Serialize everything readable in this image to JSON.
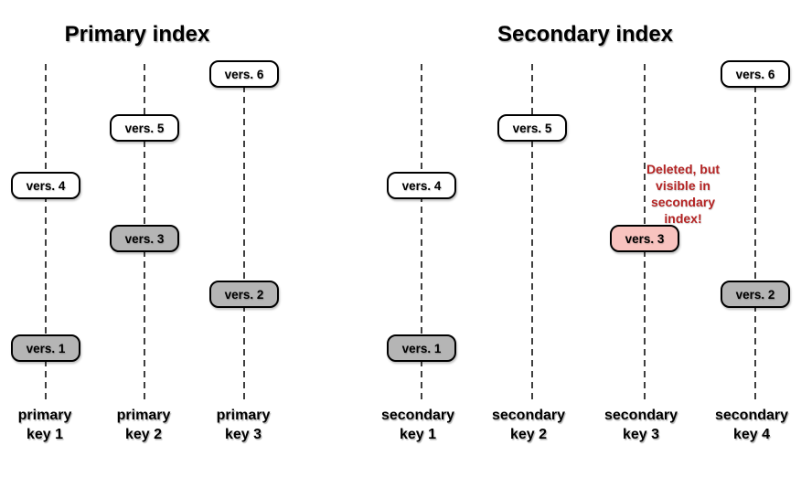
{
  "colors": {
    "background": "#ffffff",
    "box_border": "#000000",
    "box_plain_fill": "#ffffff",
    "box_shaded_fill": "#b5b5b5",
    "box_deleted_fill": "#f8c3bf",
    "annotation_red": "#b52424",
    "dashed_line": "#3f3f3f",
    "text": "#000000"
  },
  "panels": [
    {
      "title": "Primary index",
      "keys": [
        {
          "line1": "primary",
          "line2": "key 1"
        },
        {
          "line1": "primary",
          "line2": "key 2"
        },
        {
          "line1": "primary",
          "line2": "key 3"
        }
      ],
      "boxes": [
        {
          "label": "vers. 6",
          "key": "primary key 3",
          "style": "plain"
        },
        {
          "label": "vers. 5",
          "key": "primary key 2",
          "style": "plain"
        },
        {
          "label": "vers. 4",
          "key": "primary key 1",
          "style": "plain"
        },
        {
          "label": "vers. 3",
          "key": "primary key 2",
          "style": "shaded"
        },
        {
          "label": "vers. 2",
          "key": "primary key 3",
          "style": "shaded"
        },
        {
          "label": "vers. 1",
          "key": "primary key 1",
          "style": "shaded"
        }
      ]
    },
    {
      "title": "Secondary index",
      "keys": [
        {
          "line1": "secondary",
          "line2": "key 1"
        },
        {
          "line1": "secondary",
          "line2": "key 2"
        },
        {
          "line1": "secondary",
          "line2": "key 3"
        },
        {
          "line1": "secondary",
          "line2": "key 4"
        }
      ],
      "boxes": [
        {
          "label": "vers. 6",
          "key": "secondary key 4",
          "style": "plain"
        },
        {
          "label": "vers. 5",
          "key": "secondary key 2",
          "style": "plain"
        },
        {
          "label": "vers. 4",
          "key": "secondary key 1",
          "style": "plain"
        },
        {
          "label": "vers. 3",
          "key": "secondary key 3",
          "style": "deleted"
        },
        {
          "label": "vers. 2",
          "key": "secondary key 4",
          "style": "shaded"
        },
        {
          "label": "vers. 1",
          "key": "secondary key 1",
          "style": "shaded"
        }
      ],
      "annotation": {
        "lines": [
          "Deleted, but",
          "visible in",
          "secondary",
          "index!"
        ]
      }
    }
  ]
}
